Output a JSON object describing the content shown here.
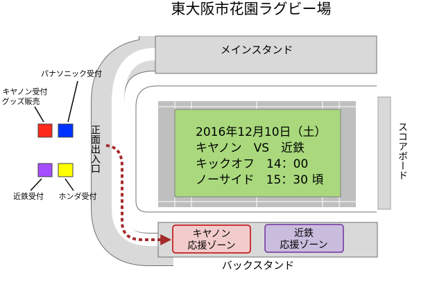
{
  "title": "東大阪市花園ラグビー場",
  "stands": {
    "main": "メインスタンド",
    "back": "バックスタンド"
  },
  "scoreboard": "スコアボード",
  "entrance": "正面出入口",
  "match_info": {
    "date": "2016年12月10日（土）",
    "teams": "キヤノン　VS　近鉄",
    "kickoff": "キックオフ　14：00",
    "noside": "ノーサイド　15：30 頃"
  },
  "zones": {
    "canon": {
      "line1": "キヤノン",
      "line2": "応援ゾーン"
    },
    "kintetsu": {
      "line1": "近鉄",
      "line2": "応援ゾーン"
    }
  },
  "booths": {
    "panasonic": {
      "label": "パナソニック受付",
      "color": "#0033ff"
    },
    "canon_line1": "キヤノン受付",
    "canon_line2": "グッズ販売",
    "canon_color": "#ff2a1a",
    "kintetsu": {
      "label": "近鉄受付",
      "color": "#a64dff"
    },
    "honda": {
      "label": "ホンダ受付",
      "color": "#ffff00"
    }
  },
  "colors": {
    "stand_fill": "#d9d9d9",
    "pitch": "#bfbfbf",
    "field": "#a9d97c",
    "canon_zone": "#f2cccc",
    "canon_zone_border": "#c00000",
    "kintetsu_zone": "#c9bcdc",
    "kintetsu_zone_border": "#7030a0",
    "route": "#a52a2a"
  }
}
